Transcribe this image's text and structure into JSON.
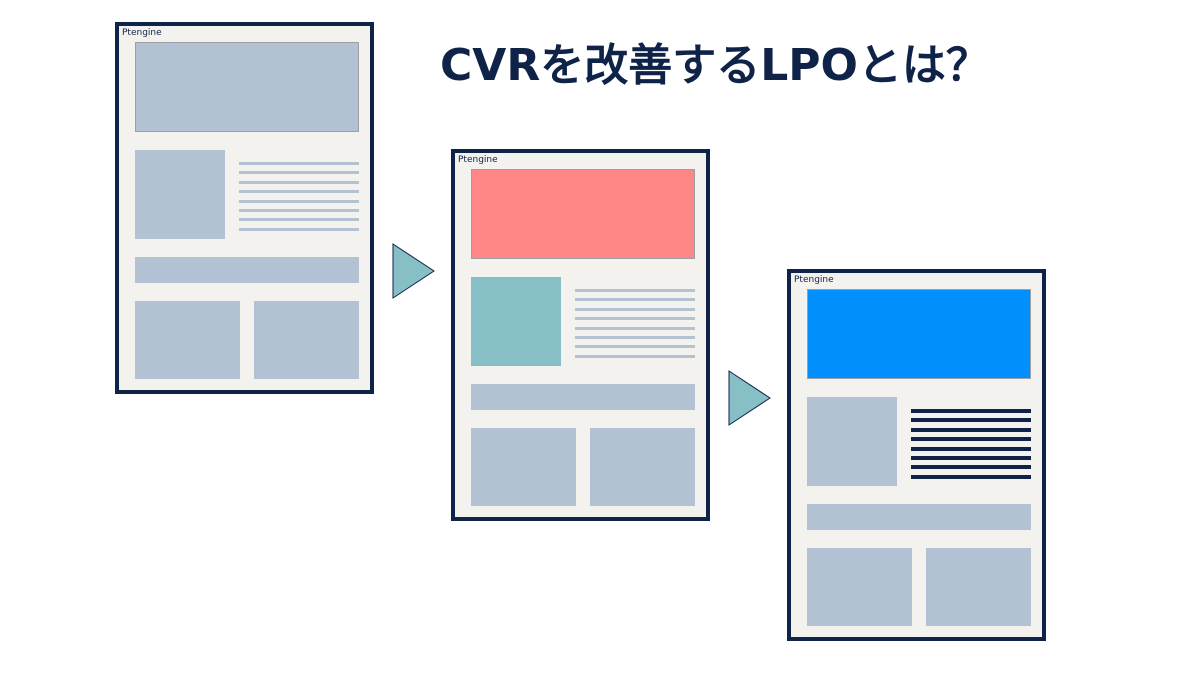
{
  "title": "CVRを改善するLPOとは？",
  "colors": {
    "title": "#0f2247",
    "frame": "#0f2247",
    "paper": "#f4f2ee",
    "placeholder": "#b3c2d2",
    "arrow": "#86bfc6"
  },
  "pages": [
    {
      "brand": "Ptengine",
      "hero_color": "#b3c2d2",
      "thumb_color": "#b3c2d2",
      "line_color": "#b3c2d2",
      "line_bold": false,
      "band_color": "#b3c2d2",
      "card_color": "#b3c2d2"
    },
    {
      "brand": "Ptengine",
      "hero_color": "#fe8686",
      "thumb_color": "#86bfc6",
      "line_color": "#b3c2d2",
      "line_bold": false,
      "band_color": "#b3c2d2",
      "card_color": "#b3c2d2"
    },
    {
      "brand": "Ptengine",
      "hero_color": "#018ffe",
      "thumb_color": "#b3c2d2",
      "line_color": "#0f2247",
      "line_bold": true,
      "band_color": "#b3c2d2",
      "card_color": "#b3c2d2"
    }
  ],
  "arrow_icon": "play-triangle-icon"
}
